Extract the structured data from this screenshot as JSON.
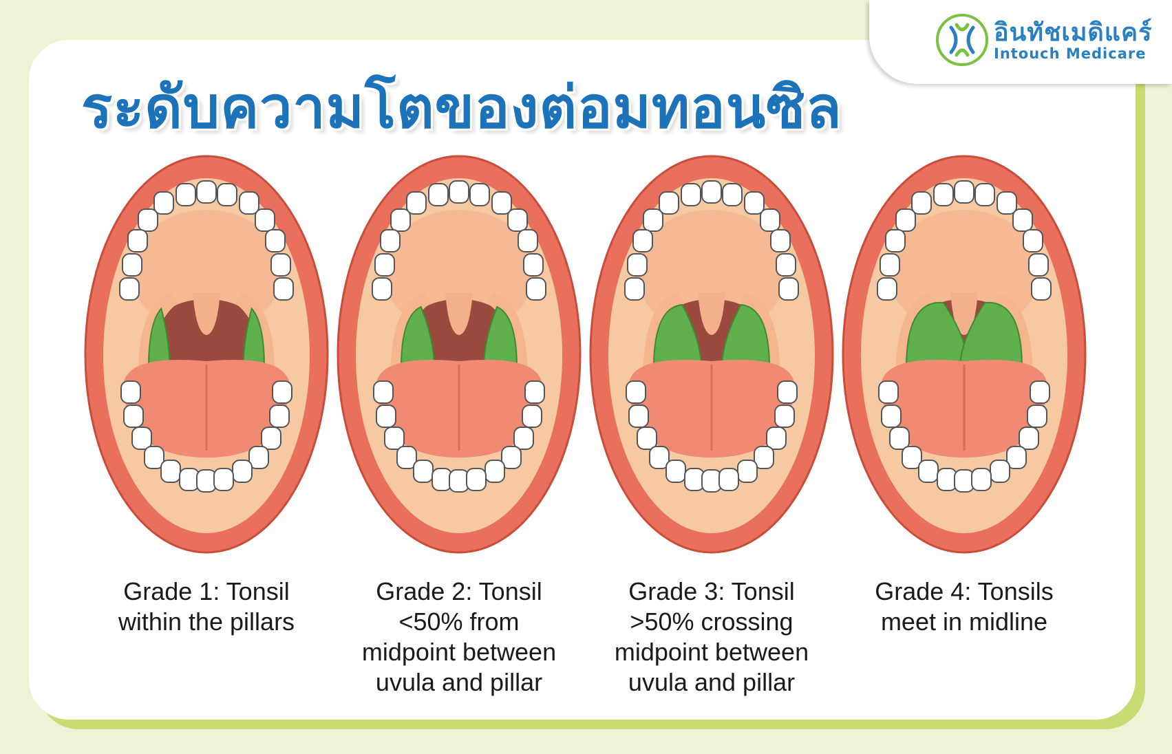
{
  "title": "ระดับความโตของต่อมทอนซิล",
  "brand": {
    "thai_name": "อินทัชเมดิแคร์",
    "english_name": "Intouch Medicare",
    "mark_icon": "intouch-logo-icon",
    "colors": {
      "blue": "#2a7fc1",
      "green": "#7cc242"
    }
  },
  "colors": {
    "title": "#1d73b9",
    "lip": "#e8705c",
    "mouth_inner": "#f7c9a2",
    "throat": "#9b4a3f",
    "tongue": "#f08a72",
    "tonsil": "#5fb04d",
    "card_shadow": "#c8dc74",
    "background": "#eef3d6"
  },
  "grades": [
    {
      "grade": 1,
      "tonsil_size": 0.15,
      "caption_lines": [
        "Grade 1: Tonsil",
        "within the pillars"
      ]
    },
    {
      "grade": 2,
      "tonsil_size": 0.4,
      "caption_lines": [
        "Grade 2: Tonsil",
        "<50% from",
        "midpoint between",
        "uvula and pillar"
      ]
    },
    {
      "grade": 3,
      "tonsil_size": 0.7,
      "caption_lines": [
        "Grade 3: Tonsil",
        ">50% crossing",
        "midpoint between",
        "uvula and pillar"
      ]
    },
    {
      "grade": 4,
      "tonsil_size": 1.0,
      "caption_lines": [
        "Grade 4: Tonsils",
        "meet in midline"
      ]
    }
  ]
}
